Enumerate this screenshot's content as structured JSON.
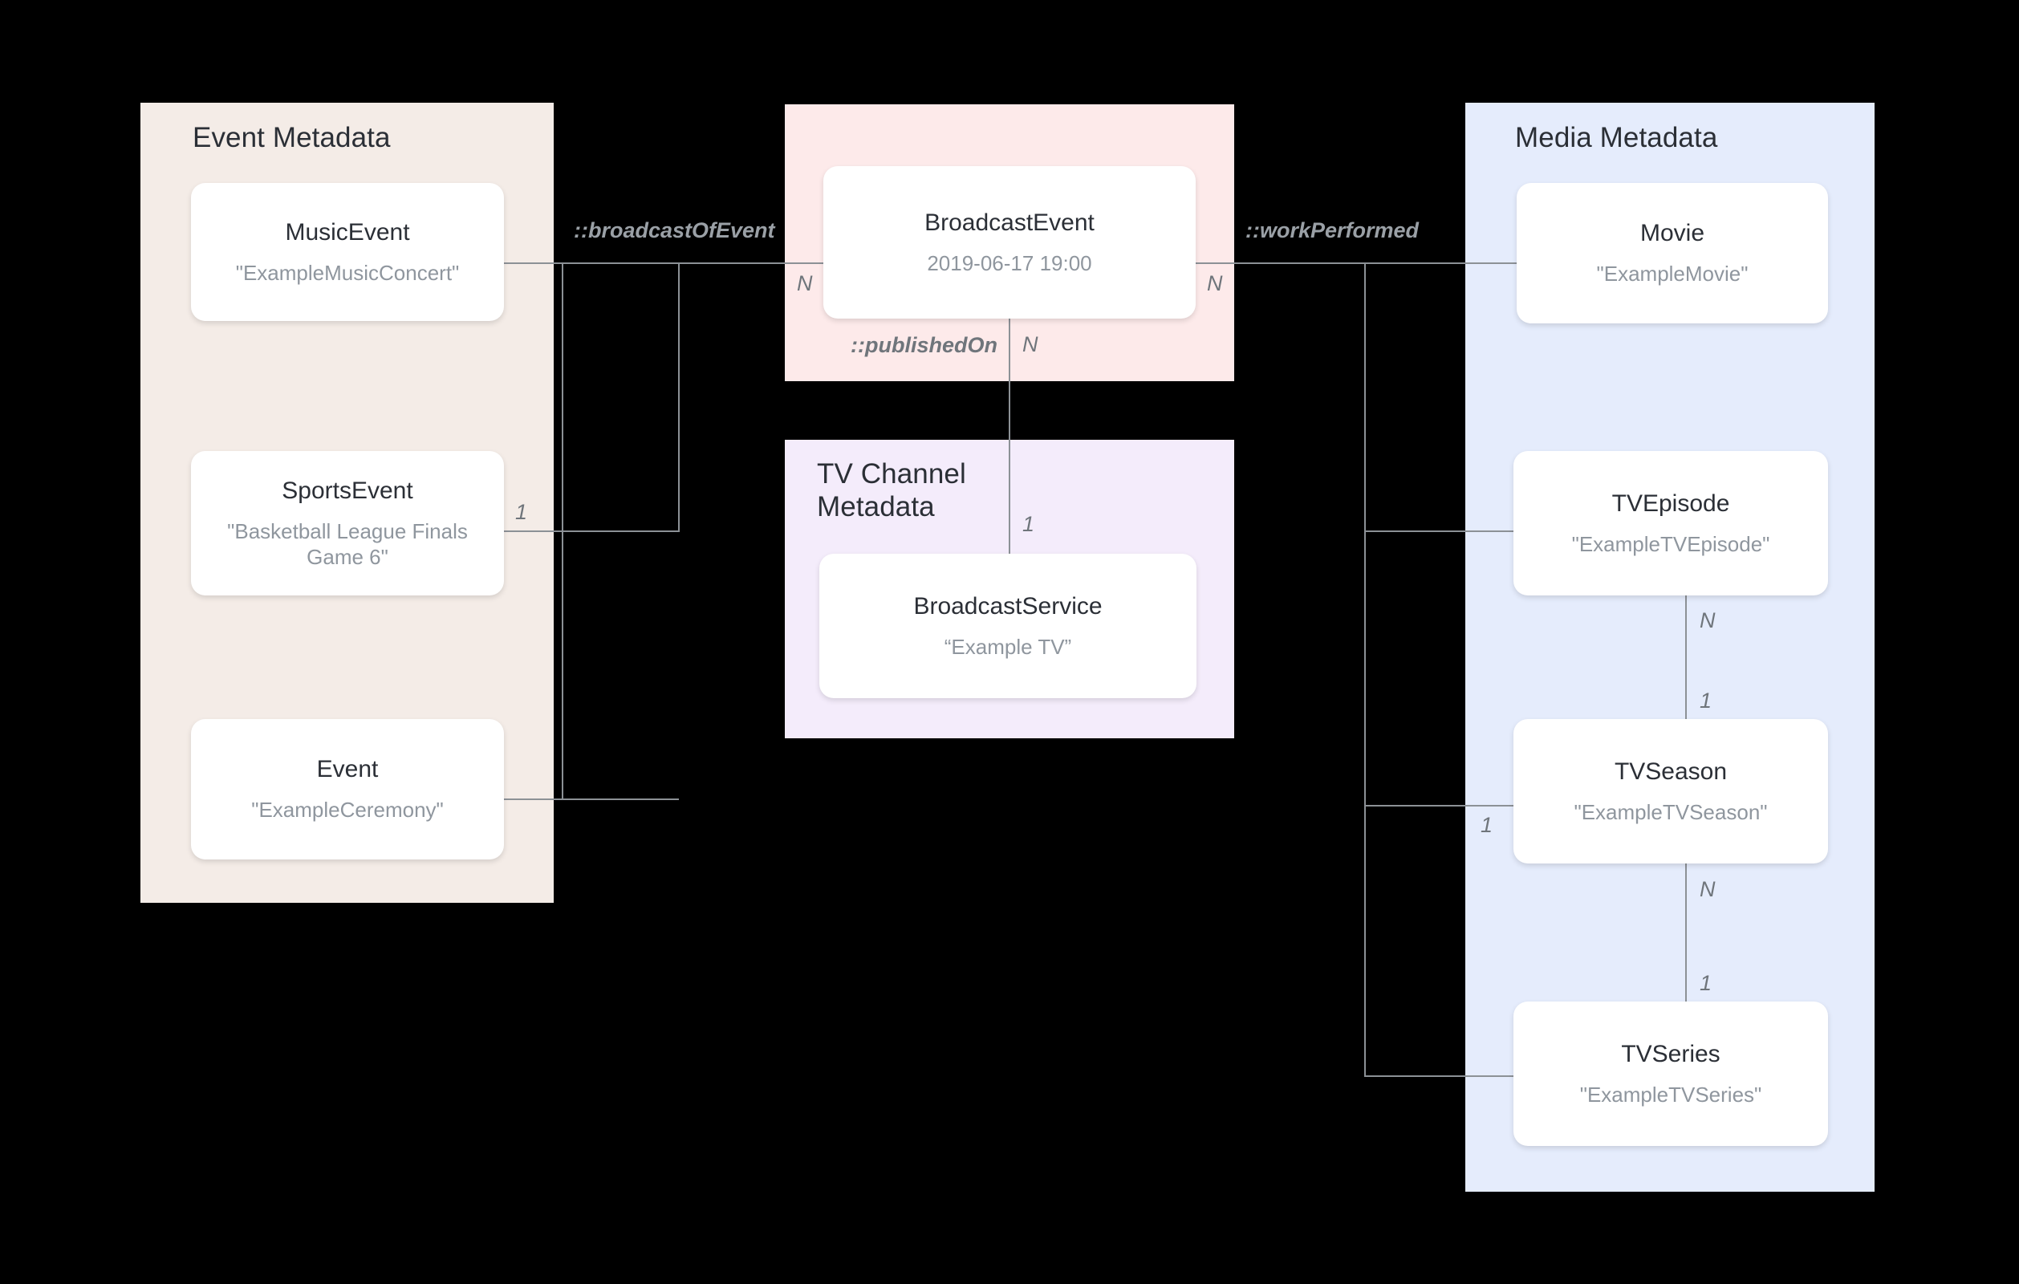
{
  "diagram": {
    "title": "Broadcast / Media metadata entity relationship diagram",
    "groups": [
      {
        "id": "event",
        "title": "Event Metadata",
        "color": "#f4ece7"
      },
      {
        "id": "broadcast",
        "title": "",
        "color": "#fdeaea"
      },
      {
        "id": "tv",
        "title": "TV Channel\nMetadata",
        "color": "#f4ecfb"
      },
      {
        "id": "media",
        "title": "Media Metadata",
        "color": "#e5ecfc"
      }
    ],
    "entities": [
      {
        "id": "musicevent",
        "type": "MusicEvent",
        "value": "\"ExampleMusicConcert\""
      },
      {
        "id": "sportsevent",
        "type": "SportsEvent",
        "value": "\"Basketball League Finals Game 6\""
      },
      {
        "id": "event",
        "type": "Event",
        "value": "\"ExampleCeremony\""
      },
      {
        "id": "broadcastevent",
        "type": "BroadcastEvent",
        "value": "2019-06-17 19:00"
      },
      {
        "id": "broadcastservice",
        "type": "BroadcastService",
        "value": "“Example TV”"
      },
      {
        "id": "movie",
        "type": "Movie",
        "value": "\"ExampleMovie\""
      },
      {
        "id": "tvepisode",
        "type": "TVEpisode",
        "value": "\"ExampleTVEpisode\""
      },
      {
        "id": "tvseason",
        "type": "TVSeason",
        "value": "\"ExampleTVSeason\""
      },
      {
        "id": "tvseries",
        "type": "TVSeries",
        "value": "\"ExampleTVSeries\""
      }
    ],
    "relationships": [
      {
        "id": "broadcastOfEvent",
        "label": "::broadcastOfEvent",
        "from": "broadcastevent",
        "to": "event-group",
        "from_cardinality": "N",
        "to_cardinality": "1"
      },
      {
        "id": "workPerformed",
        "label": "::workPerformed",
        "from": "broadcastevent",
        "to": "media-group",
        "from_cardinality": "N",
        "to_cardinality": "1"
      },
      {
        "id": "publishedOn",
        "label": "::publishedOn",
        "from": "broadcastevent",
        "to": "broadcastservice",
        "from_cardinality": "N",
        "to_cardinality": "1"
      },
      {
        "id": "episodeOfSeason",
        "label": "",
        "from": "tvepisode",
        "to": "tvseason",
        "from_cardinality": "N",
        "to_cardinality": "1"
      },
      {
        "id": "seasonOfSeries",
        "label": "",
        "from": "tvseason",
        "to": "tvseries",
        "from_cardinality": "N",
        "to_cardinality": "1"
      }
    ],
    "cardinality_labels": {
      "broadcastevent_left": "N",
      "broadcastevent_right": "N",
      "broadcastevent_bottom": "N",
      "sportsevent_right": "1",
      "broadcastservice_top": "1",
      "tvepisode_bottom": "N",
      "tvseason_top": "1",
      "tvseason_bottom": "N",
      "tvseason_left": "1",
      "tvseries_top": "1"
    }
  }
}
